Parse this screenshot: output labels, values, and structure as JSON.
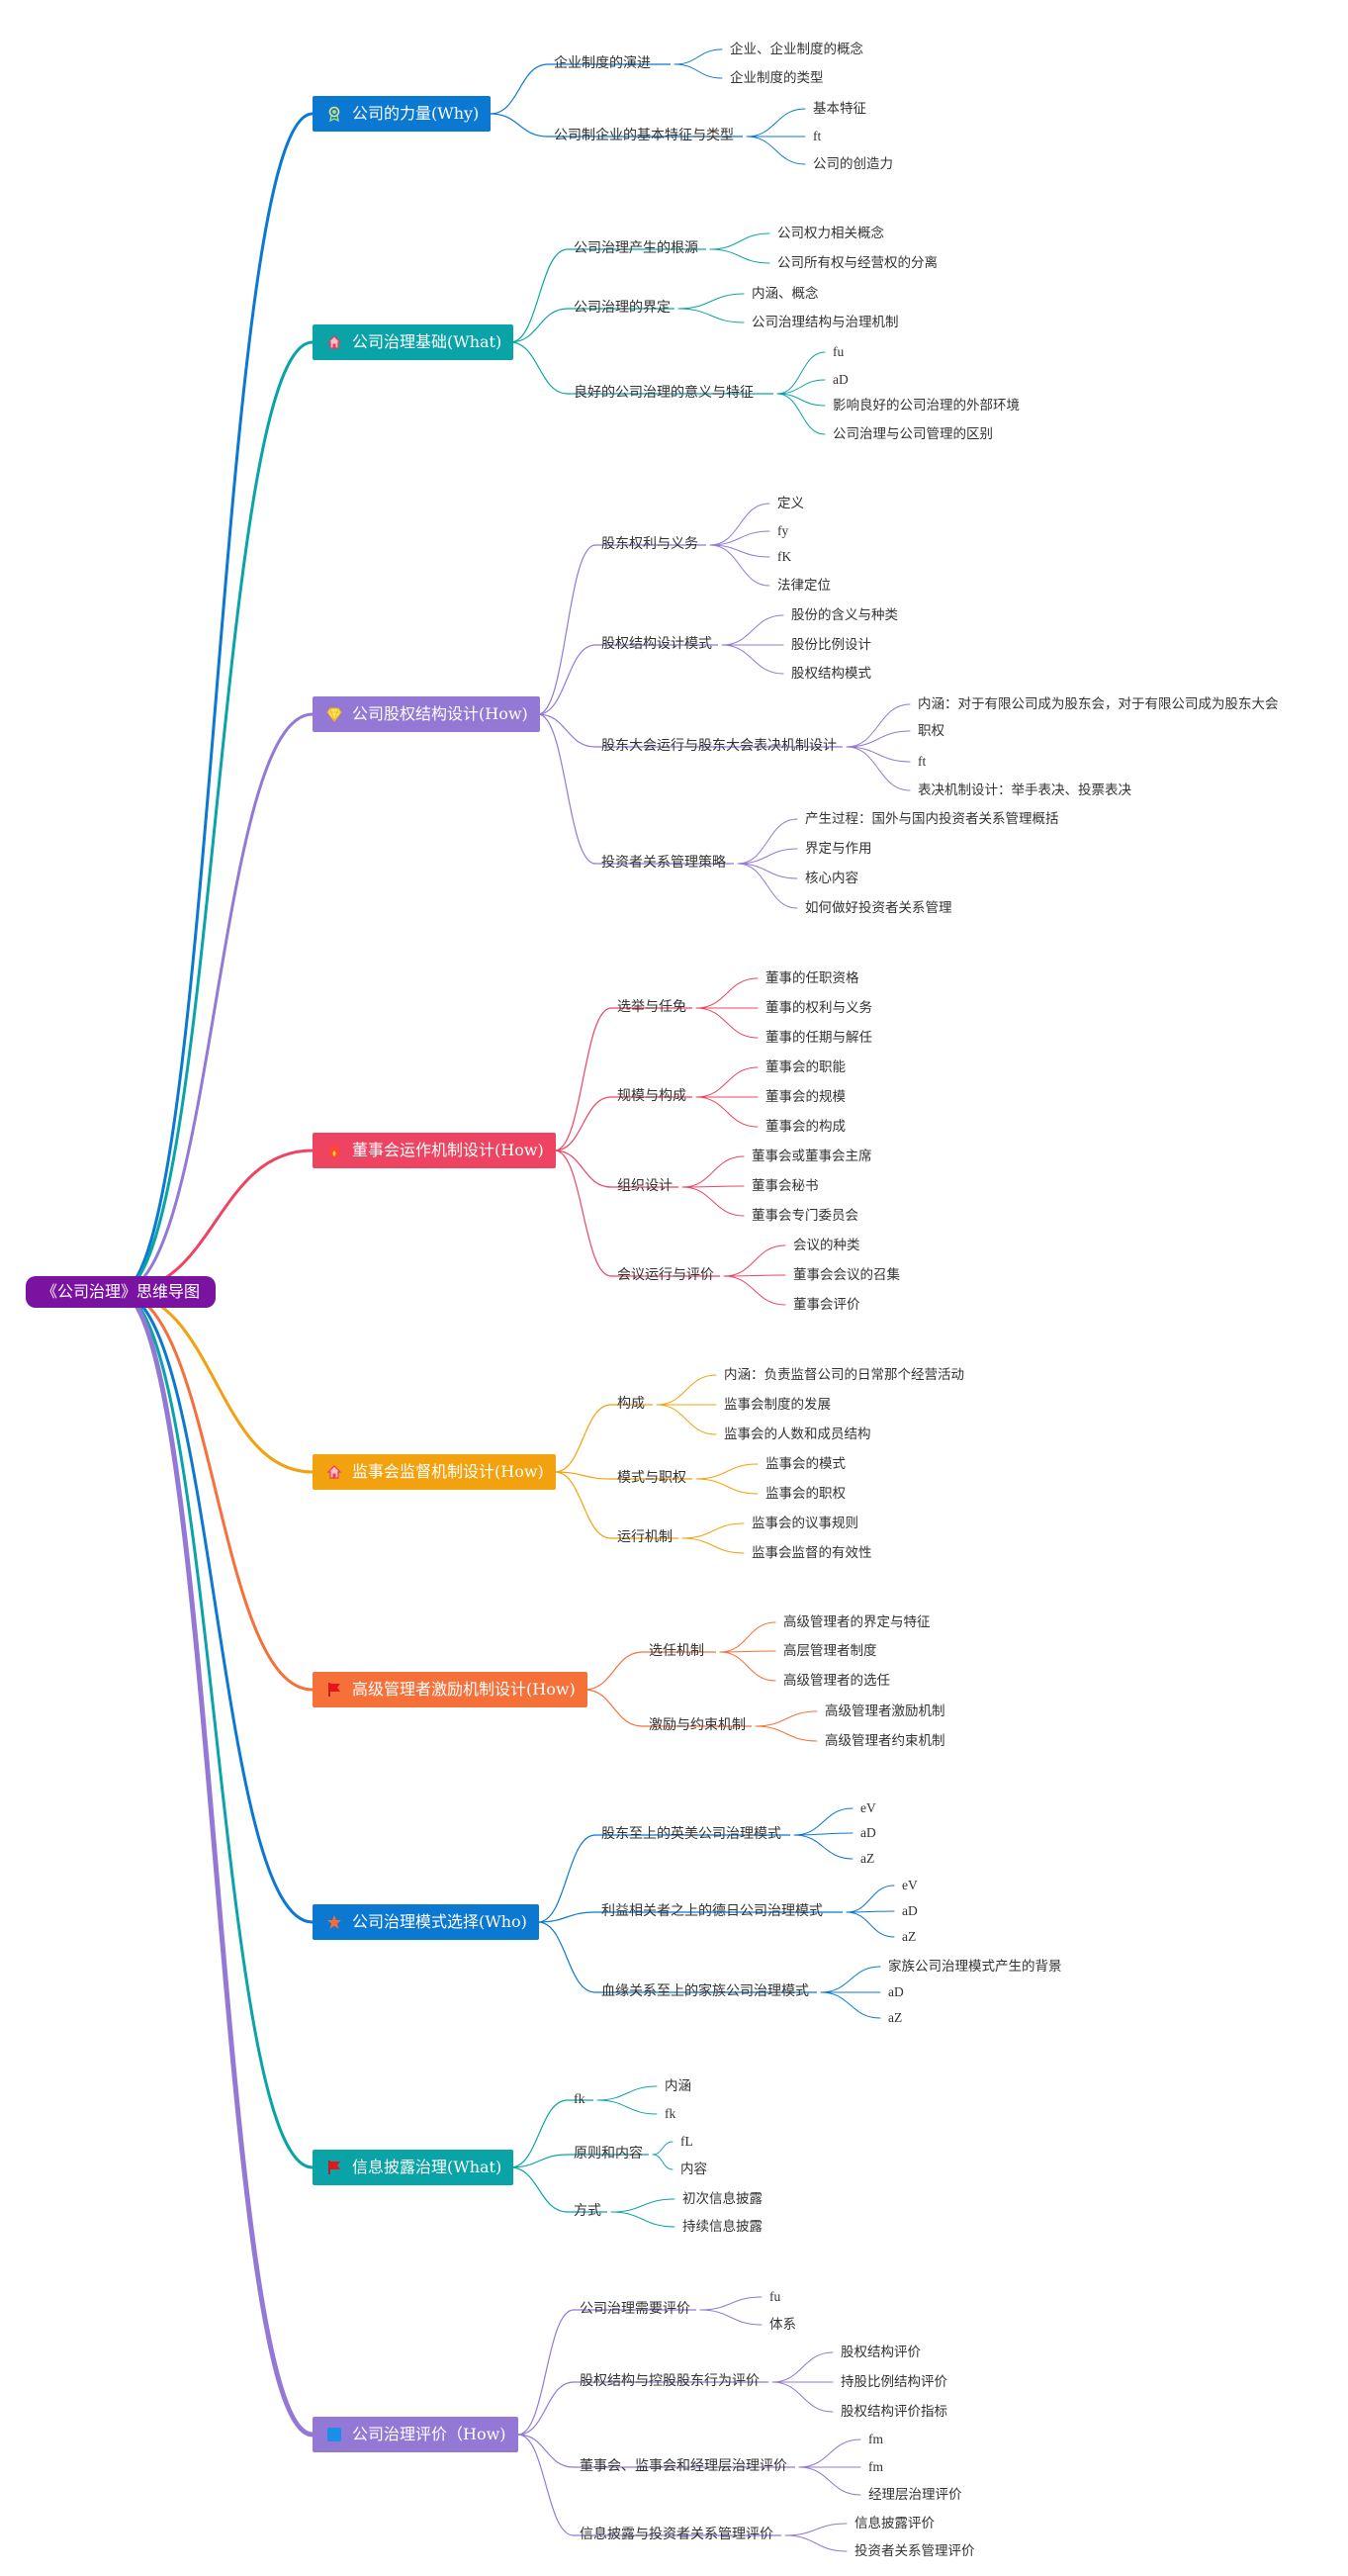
{
  "root": "《公司治理》思维导图",
  "branches": [
    {
      "label": "公司的力量(Why)",
      "color": "#0b78d1",
      "icon": "award-icon",
      "children": [
        {
          "label": "企业制度的演进",
          "children": [
            "企业、企业制度的概念",
            "企业制度的类型"
          ]
        },
        {
          "label": "公司制企业的基本特征与类型",
          "children": [
            "基本特征",
            "ft",
            "公司的创造力"
          ]
        }
      ]
    },
    {
      "label": "公司治理基础(What)",
      "color": "#0aa4a8",
      "icon": "house-icon",
      "children": [
        {
          "label": "公司治理产生的根源",
          "children": [
            "公司权力相关概念",
            "公司所有权与经营权的分离"
          ]
        },
        {
          "label": "公司治理的界定",
          "children": [
            "内涵、概念",
            "公司治理结构与治理机制"
          ]
        },
        {
          "label": "良好的公司治理的意义与特征",
          "children": [
            "fu",
            "aD",
            "影响良好的公司治理的外部环境",
            "公司治理与公司管理的区别"
          ]
        }
      ]
    },
    {
      "label": "公司股权结构设计(How)",
      "color": "#9378d6",
      "icon": "diamond-icon",
      "children": [
        {
          "label": "股东权利与义务",
          "children": [
            "定义",
            "fy",
            "fK",
            "法律定位"
          ]
        },
        {
          "label": "股权结构设计模式",
          "children": [
            "股份的含义与种类",
            "股份比例设计",
            "股权结构模式"
          ]
        },
        {
          "label": "股东大会运行与股东大会表决机制设计",
          "children": [
            "内涵：对于有限公司成为股东会，对于有限公司成为股东大会",
            "职权",
            "ft",
            "表决机制设计：举手表决、投票表决"
          ]
        },
        {
          "label": "投资者关系管理策略",
          "children": [
            "产生过程：国外与国内投资者关系管理概括",
            "界定与作用",
            "核心内容",
            "如何做好投资者关系管理"
          ]
        }
      ]
    },
    {
      "label": "董事会运作机制设计(How)",
      "color": "#ee4462",
      "icon": "flame-icon",
      "children": [
        {
          "label": "选举与任免",
          "children": [
            "董事的任职资格",
            "董事的权利与义务",
            "董事的任期与解任"
          ]
        },
        {
          "label": "规模与构成",
          "children": [
            "董事会的职能",
            "董事会的规模",
            "董事会的构成"
          ]
        },
        {
          "label": "组织设计",
          "children": [
            "董事会或董事会主席",
            "董事会秘书",
            "董事会专门委员会"
          ]
        },
        {
          "label": "会议运行与评价",
          "children": [
            "会议的种类",
            "董事会会议的召集",
            "董事会评价"
          ]
        }
      ]
    },
    {
      "label": "监事会监督机制设计(How)",
      "color": "#f2a20e",
      "icon": "house-icon",
      "children": [
        {
          "label": "构成",
          "children": [
            "内涵：负责监督公司的日常那个经营活动",
            "监事会制度的发展",
            "监事会的人数和成员结构"
          ]
        },
        {
          "label": "模式与职权",
          "children": [
            "监事会的模式",
            "监事会的职权"
          ]
        },
        {
          "label": "运行机制",
          "children": [
            "监事会的议事规则",
            "监事会监督的有效性"
          ]
        }
      ]
    },
    {
      "label": "高级管理者激励机制设计(How)",
      "color": "#f6703a",
      "icon": "flag-icon",
      "children": [
        {
          "label": "选任机制",
          "children": [
            "高级管理者的界定与特征",
            "高层管理者制度",
            "高级管理者的选任"
          ]
        },
        {
          "label": "激励与约束机制",
          "children": [
            "高级管理者激励机制",
            "高级管理者约束机制"
          ]
        }
      ]
    },
    {
      "label": "公司治理模式选择(Who)",
      "color": "#0b78d1",
      "icon": "star-icon",
      "children": [
        {
          "label": "股东至上的英美公司治理模式",
          "children": [
            "eV",
            "aD",
            "aZ"
          ]
        },
        {
          "label": "利益相关者之上的德日公司治理模式",
          "children": [
            "eV",
            "aD",
            "aZ"
          ]
        },
        {
          "label": "血缘关系至上的家族公司治理模式",
          "children": [
            "家族公司治理模式产生的背景",
            "aD",
            "aZ"
          ]
        }
      ]
    },
    {
      "label": "信息披露治理(What)",
      "color": "#0aa4a8",
      "icon": "flag-icon",
      "children": [
        {
          "label": "fk",
          "children": [
            "内涵",
            "fk"
          ]
        },
        {
          "label": "原则和内容",
          "children": [
            "fL",
            "内容"
          ]
        },
        {
          "label": "方式",
          "children": [
            "初次信息披露",
            "持续信息披露"
          ]
        }
      ]
    },
    {
      "label": "公司治理评价（How)",
      "color": "#9378d6",
      "icon": "square-icon",
      "children": [
        {
          "label": "公司治理需要评价",
          "children": [
            "fu",
            "体系"
          ]
        },
        {
          "label": "股权结构与控股股东行为评价",
          "children": [
            "股权结构评价",
            "持股比例结构评价",
            "股权结构评价指标"
          ]
        },
        {
          "label": "董事会、监事会和经理层治理评价",
          "children": [
            "fm",
            "fm",
            "经理层治理评价"
          ]
        },
        {
          "label": "信息披露与投资者关系管理评价",
          "children": [
            "信息披露评价",
            "投资者关系管理评价"
          ]
        }
      ]
    }
  ]
}
